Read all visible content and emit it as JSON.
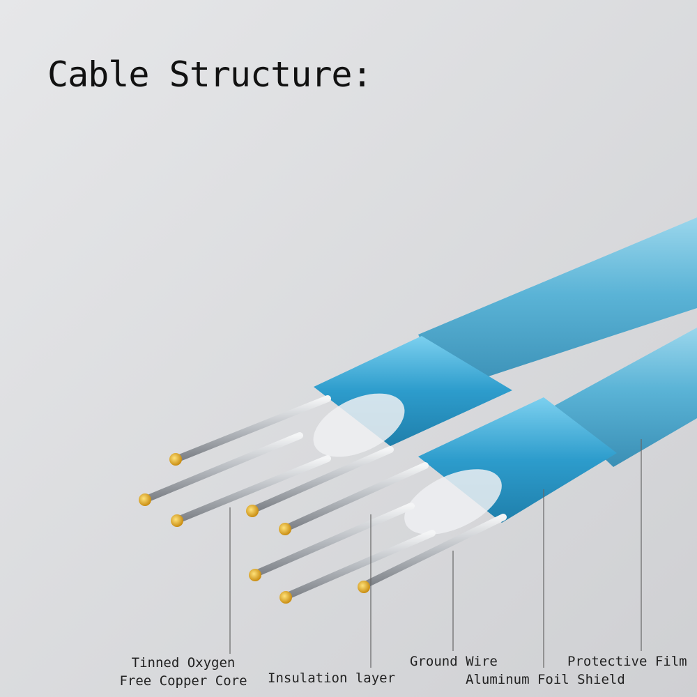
{
  "title": "Cable Structure:",
  "labels": {
    "copper_core_line1": "Tinned Oxygen",
    "copper_core_line2": "Free Copper Core",
    "insulation": "Insulation layer",
    "ground_wire": "Ground Wire",
    "aluminum_foil": "Aluminum Foil Shield",
    "protective_film": "Protective Film"
  },
  "colors": {
    "background": "#d7d8da",
    "sheath": "#5fb6d6",
    "foil": "#3aa4cf",
    "wire_tip": "#e6b321",
    "wire_steel": "#c9ccd0"
  }
}
